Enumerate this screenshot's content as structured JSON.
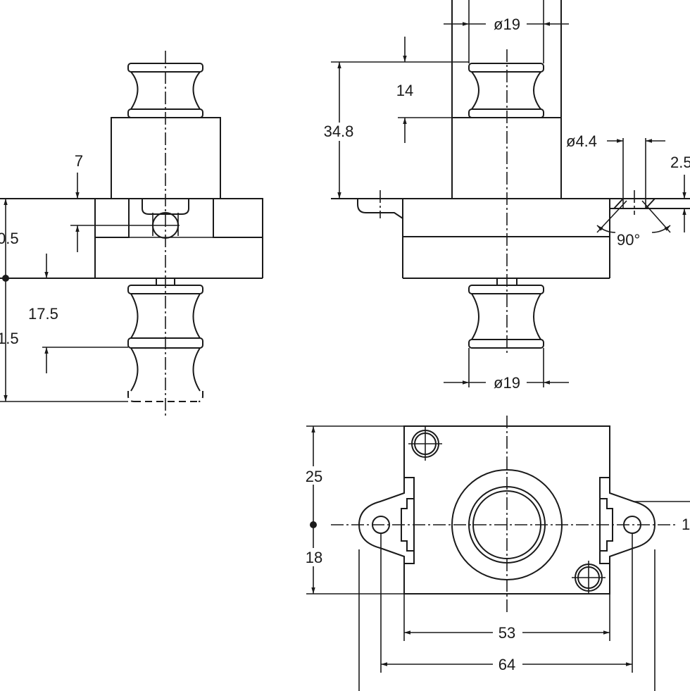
{
  "drawing": {
    "front_view": {
      "dims": {
        "d7": "7",
        "d10_5": "0.5",
        "d17_5": "17.5",
        "d41_5": "1.5"
      }
    },
    "side_view": {
      "dims": {
        "dia_top": "ø19",
        "d14": "14",
        "d34_8": "34.8",
        "dia_hole": "ø4.4",
        "d2_5": "2.5",
        "angle": "90°",
        "dia_bottom": "ø19"
      }
    },
    "top_view": {
      "dims": {
        "d25": "25",
        "d18": "18",
        "d53": "53",
        "d64": "64",
        "d_right": "1"
      }
    }
  }
}
